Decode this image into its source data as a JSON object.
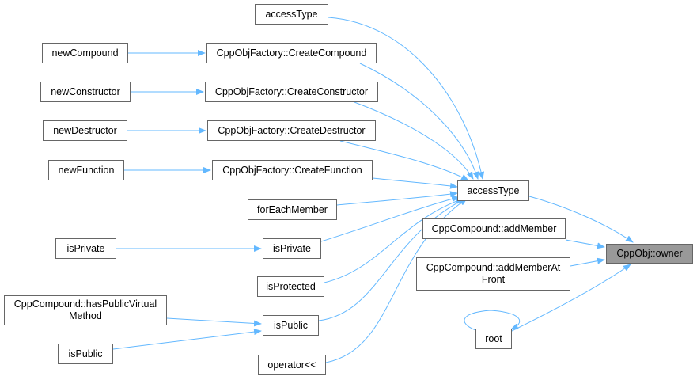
{
  "colors": {
    "edge": "#63b8ff",
    "node_border": "#666666",
    "focus_fill": "#999999"
  },
  "nodes": {
    "access_type_top": "accessType",
    "new_compound": "newCompound",
    "create_compound": "CppObjFactory::CreateCompound",
    "new_constructor": "newConstructor",
    "create_constructor": "CppObjFactory::CreateConstructor",
    "new_destructor": "newDestructor",
    "create_destructor": "CppObjFactory::CreateDestructor",
    "new_function": "newFunction",
    "create_function": "CppObjFactory::CreateFunction",
    "access_type_main": "accessType",
    "for_each_member": "forEachMember",
    "is_private_left": "isPrivate",
    "is_private_mid": "isPrivate",
    "is_protected": "isProtected",
    "has_public_virtual": "CppCompound::hasPublicVirtual\nMethod",
    "is_public_mid": "isPublic",
    "is_public_left": "isPublic",
    "operator_out": "operator<<",
    "add_member": "CppCompound::addMember",
    "add_member_at_front": "CppCompound::addMemberAt\nFront",
    "owner": "CppObj::owner",
    "root": "root"
  }
}
